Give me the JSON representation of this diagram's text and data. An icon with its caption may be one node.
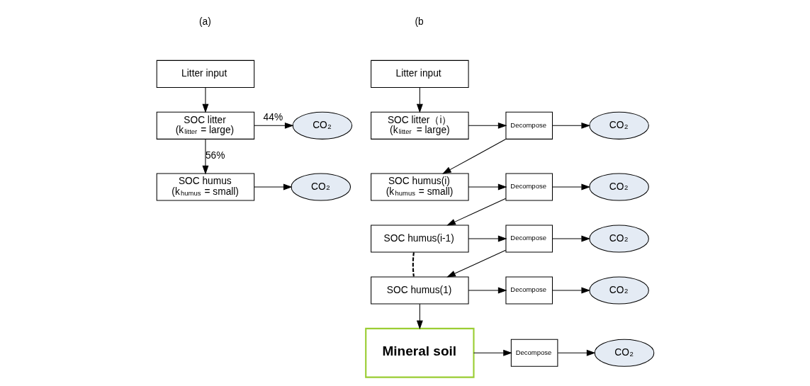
{
  "diagram": {
    "nodes": [
      {
        "text": [
          "Litter input"
        ]
      },
      {
        "text": [
          "SOC litter",
          "(k$_{litter}$ = large)"
        ]
      },
      {
        "text": [
          "SOC humus",
          "(k$_{humus}$ = small)"
        ]
      },
      {
        "text": [
          "CO$_{2}$"
        ]
      },
      {
        "text": [
          "CO$_{2}$"
        ]
      },
      {
        "text": [
          "Litter input"
        ]
      },
      {
        "text": [
          "SOC litter（i）",
          "(k$_{litter}$ = large)"
        ]
      },
      {
        "text": [
          "Decompose"
        ]
      },
      {
        "text": [
          "CO$_{2}$"
        ]
      },
      {
        "text": [
          "SOC humus(i)",
          "(k$_{humus}$ = small)"
        ]
      },
      {
        "text": [
          "Decompose"
        ]
      },
      {
        "text": [
          "CO$_{2}$"
        ]
      },
      {
        "text": [
          "SOC humus(i-1)"
        ]
      },
      {
        "text": [
          "Decompose"
        ]
      },
      {
        "text": [
          "CO$_{2}$"
        ]
      },
      {
        "text": [
          "SOC humus(1)"
        ]
      },
      {
        "text": [
          "Decompose"
        ]
      },
      {
        "text": [
          "CO$_{2}$"
        ]
      },
      {
        "text": [
          "Mineral soil"
        ]
      },
      {
        "text": [
          "Decompose"
        ]
      },
      {
        "text": [
          "CO$_{2}$"
        ]
      }
    ],
    "edges": [
      {
        "from": 0,
        "to": 1,
        "arrow": "to"
      },
      {
        "from": 1,
        "to": 3,
        "arrow": "to",
        "label": "44%"
      },
      {
        "from": 1,
        "to": 2,
        "arrow": "to",
        "label": "56%"
      },
      {
        "from": 2,
        "to": 4,
        "arrow": "to"
      },
      {
        "from": 5,
        "to": 6,
        "arrow": "to"
      },
      {
        "from": 6,
        "to": 7,
        "arrow": "to"
      },
      {
        "from": 7,
        "to": 8,
        "arrow": "to"
      },
      {
        "from": 7,
        "to": 9,
        "arrow": "to"
      },
      {
        "from": 9,
        "to": 10,
        "arrow": "to"
      },
      {
        "from": 10,
        "to": 11,
        "arrow": "to"
      },
      {
        "from": 10,
        "to": 12,
        "arrow": "to"
      },
      {
        "from": 12,
        "to": 13,
        "arrow": "to"
      },
      {
        "from": 13,
        "to": 14,
        "arrow": "to"
      },
      {
        "from": 12,
        "to": 15,
        "arrow": "none",
        "style": "dashed"
      },
      {
        "from": 13,
        "to": 15,
        "arrow": "to"
      },
      {
        "from": 15,
        "to": 16,
        "arrow": "to"
      },
      {
        "from": 16,
        "to": 17,
        "arrow": "to"
      },
      {
        "from": 15,
        "to": 18,
        "arrow": "to"
      },
      {
        "from": 18,
        "to": 19,
        "arrow": "to"
      },
      {
        "from": 19,
        "to": 20,
        "arrow": "to"
      }
    ],
    "labels": [
      "(a)",
      "(b"
    ]
  }
}
